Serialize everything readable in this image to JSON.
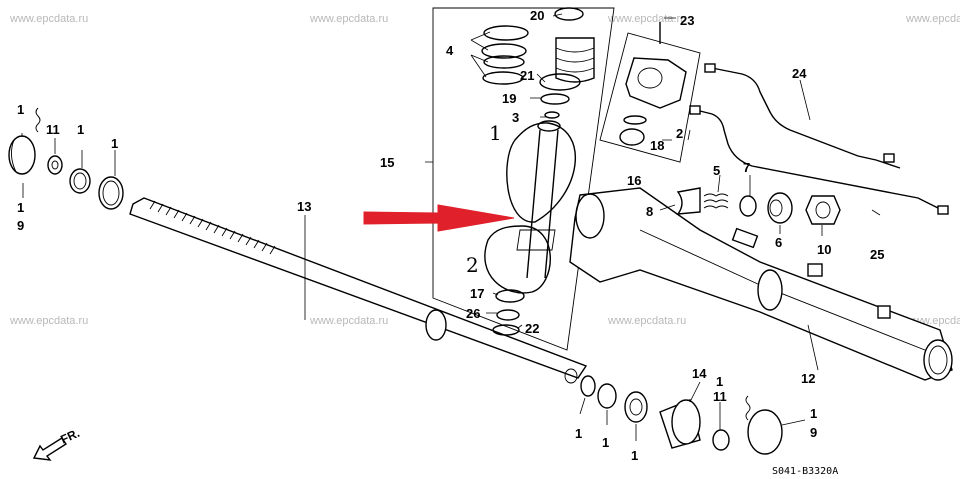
{
  "watermark": "www.epcdata.ru",
  "diagram_code": "S041-B3320A",
  "front_label": "FR.",
  "handwritten_marks": [
    "1",
    "2"
  ],
  "callouts": {
    "n1a": "1",
    "n11a": "11",
    "n9a": "9",
    "n1b": "1",
    "n1c": "1",
    "n1d": "1",
    "n13": "13",
    "n15": "15",
    "n4": "4",
    "n20": "20",
    "n21": "21",
    "n19": "19",
    "n3": "3",
    "n23": "23",
    "n2": "2",
    "n18": "18",
    "n16": "16",
    "n24": "24",
    "n5": "5",
    "n7": "7",
    "n8": "8",
    "n6": "6",
    "n10": "10",
    "n25": "25",
    "n12": "12",
    "n17": "17",
    "n26": "26",
    "n22": "22",
    "n1e": "1",
    "n1f": "1",
    "n1g": "1",
    "n14": "14",
    "n1h": "1",
    "n11b": "11",
    "n1i": "1",
    "n9b": "9"
  },
  "colors": {
    "arrow": "#e0202a",
    "ink": "#000000",
    "watermark": "#b8b8b8"
  }
}
